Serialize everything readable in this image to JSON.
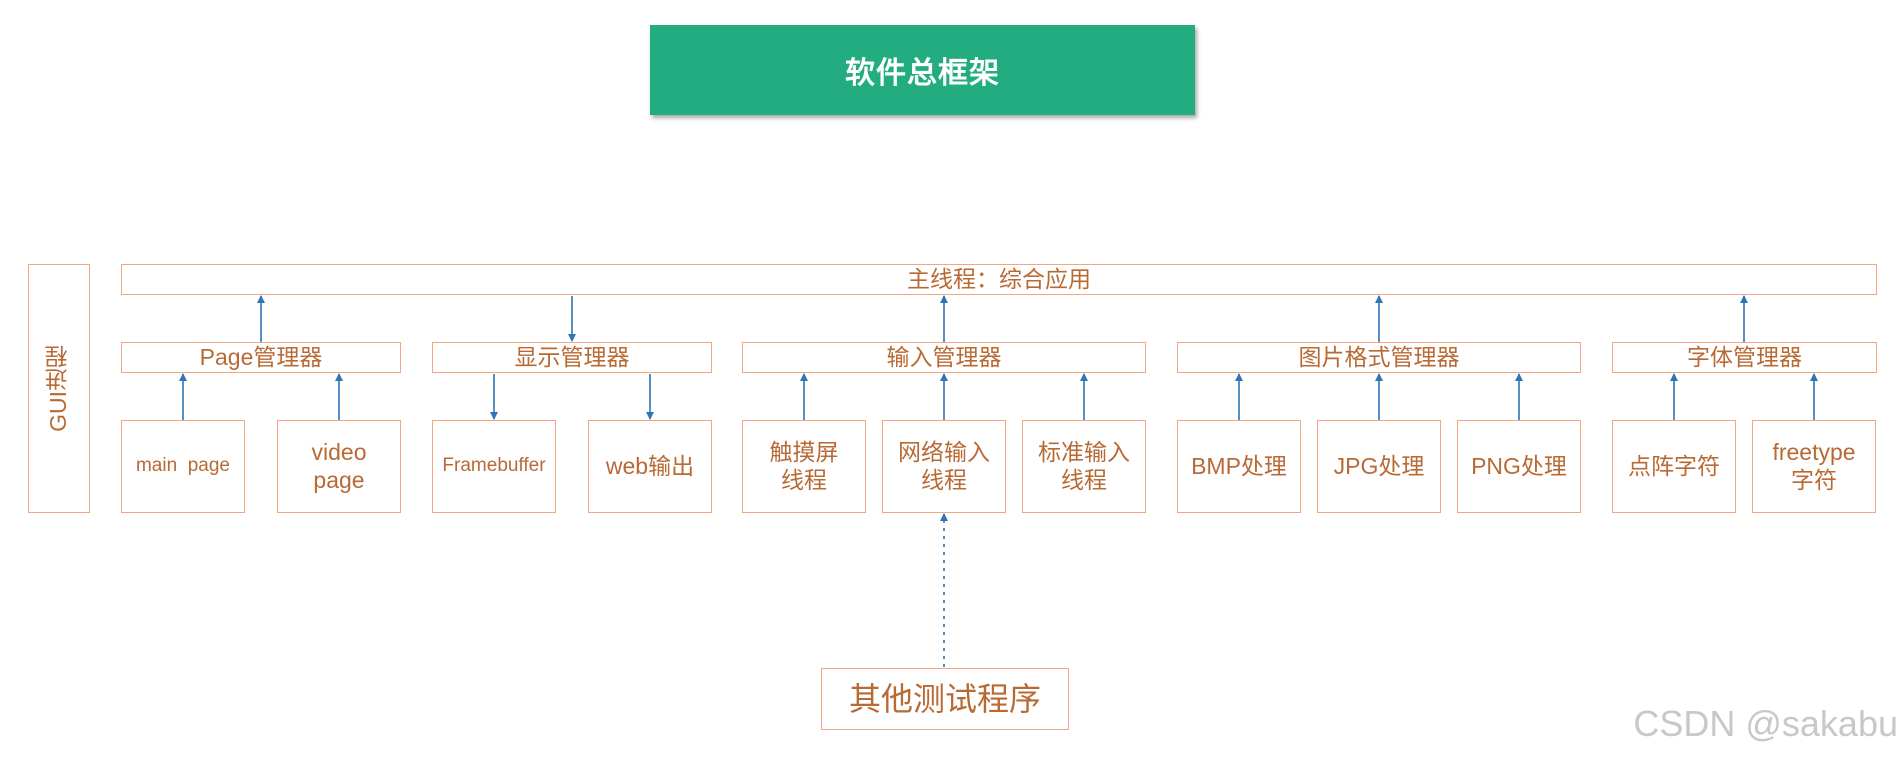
{
  "title": "软件总框架",
  "process_label": "GUI进程",
  "main_thread": "主线程：综合应用",
  "managers": [
    {
      "label": "Page管理器",
      "children": [
        [
          "main  page"
        ],
        [
          "video",
          "page"
        ]
      ]
    },
    {
      "label": "显示管理器",
      "children": [
        [
          "Framebuffer"
        ],
        [
          "web输出"
        ]
      ]
    },
    {
      "label": "输入管理器",
      "children": [
        [
          "触摸屏",
          "线程"
        ],
        [
          "网络输入",
          "线程"
        ],
        [
          "标准输入",
          "线程"
        ]
      ]
    },
    {
      "label": "图片格式管理器",
      "children": [
        [
          "BMP处理"
        ],
        [
          "JPG处理"
        ],
        [
          "PNG处理"
        ]
      ]
    },
    {
      "label": "字体管理器",
      "children": [
        [
          "点阵字符"
        ],
        [
          "freetype",
          "字符"
        ]
      ]
    }
  ],
  "test_program": "其他测试程序",
  "watermark": "CSDN @sakabu",
  "colors": {
    "title_bg": "#22AC80",
    "box_border": "#F4A584",
    "text": "#B86A35",
    "arrow": "#2E75B6"
  }
}
